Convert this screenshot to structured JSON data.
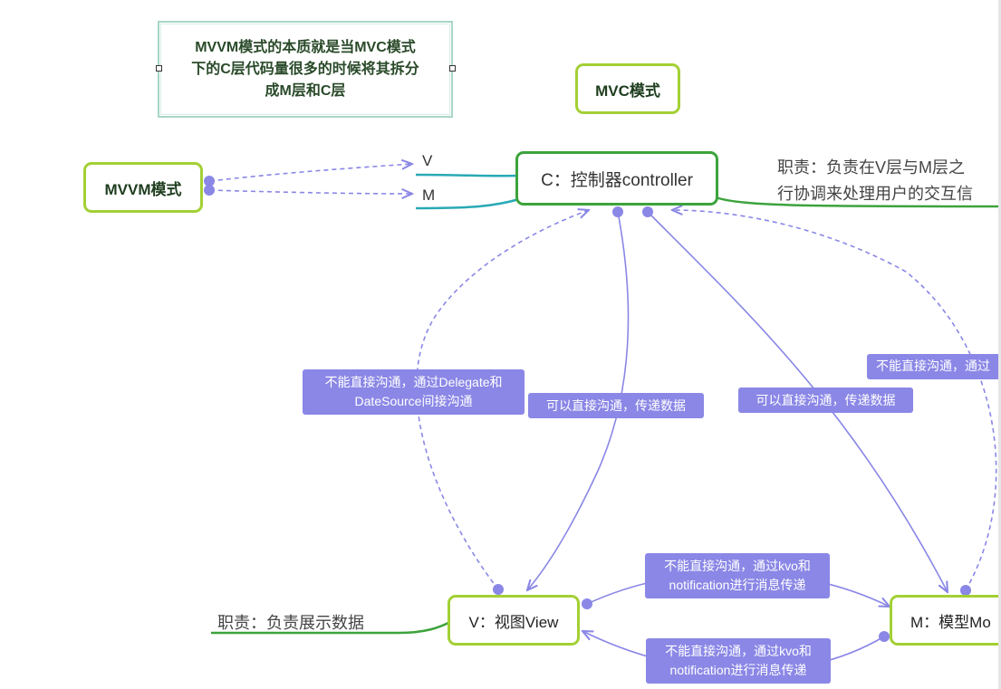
{
  "nodes": {
    "mvvm_mode": "MVVM模式",
    "mvc_mode": "MVC模式",
    "note": [
      "MVVM模式的本质就是当MVC模式",
      "下的C层代码量很多的时候将其拆分",
      "成M层和C层"
    ],
    "controller": "C：控制器controller",
    "view": "V：视图View",
    "model": "M：模型Mo"
  },
  "mvvm_branches": {
    "v": "V",
    "m": "M"
  },
  "responsibilities": {
    "controller": [
      "职责：负责在V层与M层之",
      "行协调来处理用户的交互信"
    ],
    "view": "职责：负责展示数据"
  },
  "labels": {
    "cv_indirect": [
      "不能直接沟通，通过Delegate和",
      "DateSource间接沟通"
    ],
    "cv_direct": "可以直接沟通，传递数据",
    "cm_direct": "可以直接沟通，传递数据",
    "mc_indirect": "不能直接沟通，通过",
    "vm_top": [
      "不能直接沟通，通过kvo和",
      "notification进行消息传递"
    ],
    "vm_bottom": [
      "不能直接沟通，通过kvo和",
      "notification进行消息传递"
    ]
  },
  "colors": {
    "node_border": "#a3d035",
    "controller_border": "#3ca33c",
    "teal_branch": "#29a9b5",
    "green_branch": "#3ca33c",
    "arrow": "#8a87e6",
    "label_bg": "#8a87e6"
  }
}
